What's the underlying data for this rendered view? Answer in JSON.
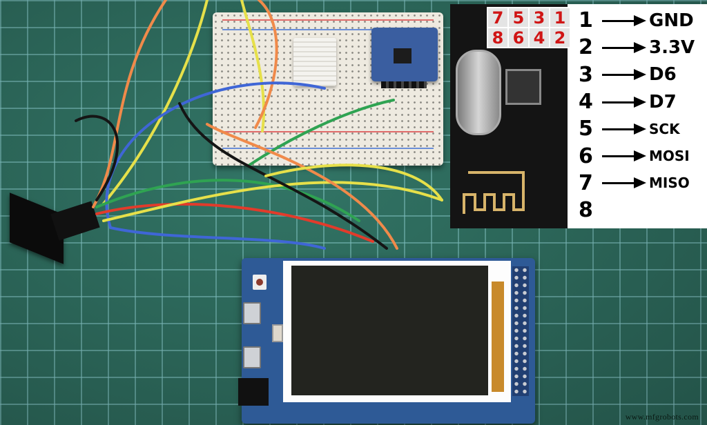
{
  "scene": {
    "description": "Arduino project photo on green cutting mat with NRF24L01 pinout overlay",
    "mat_color": "#2f6e60"
  },
  "nrf24l01_diagram": {
    "pin_grid": [
      [
        "7",
        "5",
        "3",
        "1"
      ],
      [
        "8",
        "6",
        "4",
        "2"
      ]
    ],
    "pinout": [
      {
        "num": "1",
        "signal": "GND"
      },
      {
        "num": "2",
        "signal": "3.3V"
      },
      {
        "num": "3",
        "signal": "D6"
      },
      {
        "num": "4",
        "signal": "D7"
      },
      {
        "num": "5",
        "signal": "SCK"
      },
      {
        "num": "6",
        "signal": "MOSI"
      },
      {
        "num": "7",
        "signal": "MISO"
      },
      {
        "num": "8",
        "signal": ""
      }
    ],
    "pin_number_color": "#d01515"
  },
  "components": {
    "breadboard": "half-size breadboard",
    "dht_sensor": "white temperature/humidity sensor",
    "rtc_module": "blue RTC module",
    "ir_sensor": "black sensor module with connector",
    "display": "TFT LCD shield on Arduino Mega"
  },
  "watermark": "www.mfgrobots.com"
}
